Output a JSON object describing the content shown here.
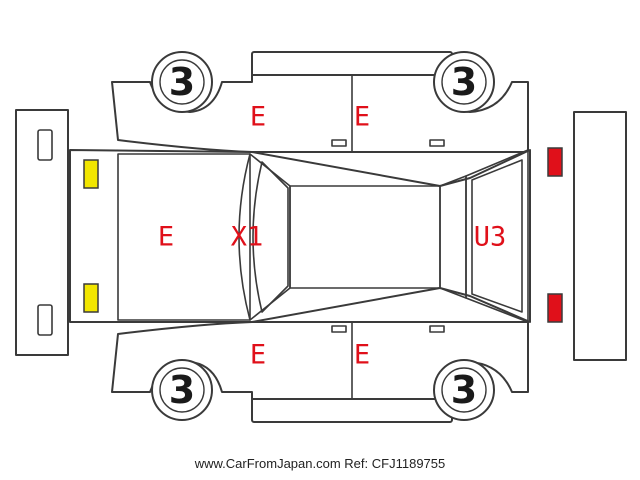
{
  "wheels": {
    "front_left": "3",
    "front_right": "3",
    "rear_left": "3",
    "rear_right": "3"
  },
  "damage_codes": {
    "hood": "E",
    "windshield": "X1",
    "rear_door_top": "E",
    "front_door_top": "E",
    "rear_door_bottom": "E",
    "front_door_bottom": "E",
    "tailgate": "U3"
  },
  "colors": {
    "damage_text": "#e0101a",
    "front_lights": "#f2e600",
    "rear_lights": "#e0101a"
  },
  "footer": {
    "site": "www.CarFromJapan.com",
    "ref_label": "Ref:",
    "ref_value": "CFJ1189755"
  }
}
